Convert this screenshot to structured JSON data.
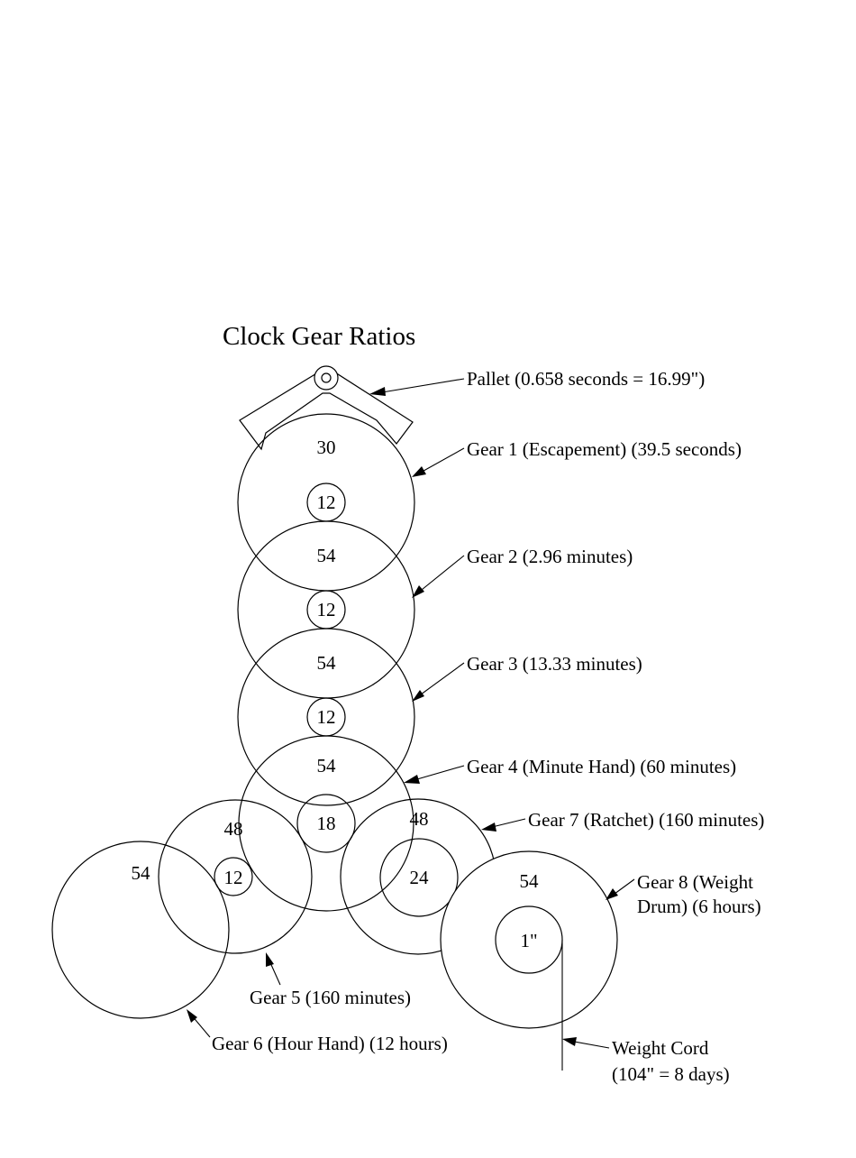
{
  "title": "Clock Gear Ratios",
  "gears": {
    "g1_teeth": "30",
    "g1_pinion": "12",
    "g2_teeth": "54",
    "g2_pinion": "12",
    "g3_teeth": "54",
    "g3_pinion": "12",
    "g4_teeth": "54",
    "g4_pinion": "18",
    "g5_teeth": "48",
    "g5_pinion": "12",
    "g6_teeth": "54",
    "g7_teeth": "48",
    "g7_pinion": "24",
    "g8_teeth": "54",
    "g8_drum": "1\""
  },
  "labels": {
    "pallet": "Pallet (0.658 seconds = 16.99\")",
    "gear1": "Gear 1 (Escapement) (39.5 seconds)",
    "gear2": "Gear 2 (2.96 minutes)",
    "gear3": "Gear 3 (13.33 minutes)",
    "gear4": "Gear 4 (Minute Hand) (60 minutes)",
    "gear7": "Gear 7 (Ratchet) (160 minutes)",
    "gear8_line1": "Gear 8 (Weight",
    "gear8_line2": "Drum) (6 hours)",
    "gear5": "Gear 5 (160 minutes)",
    "gear6": "Gear 6 (Hour Hand) (12 hours)",
    "cord_line1": "Weight Cord",
    "cord_line2": "(104\" = 8 days)"
  }
}
